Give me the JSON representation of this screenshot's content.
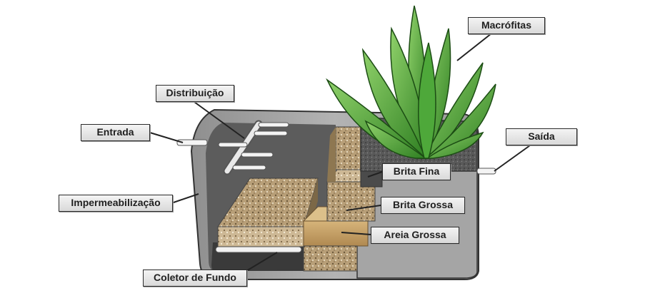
{
  "labels": {
    "macrofitas": "Macrófitas",
    "distribuicao": "Distribuição",
    "entrada": "Entrada",
    "saida": "Saída",
    "impermeabilizacao": "Impermeabilização",
    "brita_fina": "Brita Fina",
    "brita_grossa": "Brita Grossa",
    "areia_grossa": "Areia Grossa",
    "coletor_de_fundo": "Coletor de Fundo"
  },
  "colors": {
    "tank_wall": "#a9a9a9",
    "tank_inner": "#7d7d7d",
    "coarse_gravel": "#b59b74",
    "fine_gravel": "#5f5f5f",
    "coarse_sand": "#c9a46a",
    "plant_green": "#3f9a2d"
  }
}
